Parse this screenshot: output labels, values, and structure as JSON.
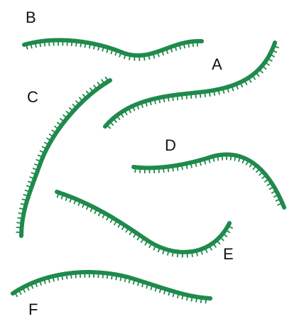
{
  "figure": {
    "stroke_color": "#1f8a4c",
    "curves": [
      {
        "id": "B",
        "label": "B"
      },
      {
        "id": "A",
        "label": "A"
      },
      {
        "id": "C",
        "label": "C"
      },
      {
        "id": "D",
        "label": "D"
      },
      {
        "id": "E",
        "label": "E"
      },
      {
        "id": "F",
        "label": "F"
      }
    ]
  }
}
